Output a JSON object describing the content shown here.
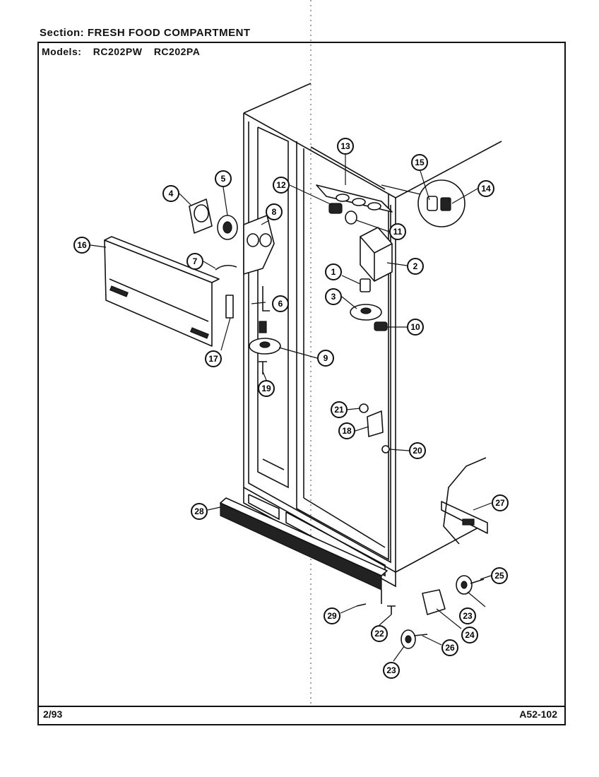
{
  "header": {
    "section_label": "Section:",
    "section_value": "FRESH FOOD COMPARTMENT",
    "models_label": "Models:",
    "models": [
      "RC202PW",
      "RC202PA"
    ]
  },
  "footer": {
    "date": "2/93",
    "code": "A52-102"
  },
  "callouts": [
    "1",
    "2",
    "3",
    "4",
    "5",
    "6",
    "7",
    "8",
    "9",
    "10",
    "11",
    "12",
    "13",
    "14",
    "15",
    "16",
    "17",
    "18",
    "19",
    "20",
    "21",
    "22",
    "23",
    "24",
    "25",
    "26",
    "27",
    "28",
    "29",
    "23"
  ]
}
